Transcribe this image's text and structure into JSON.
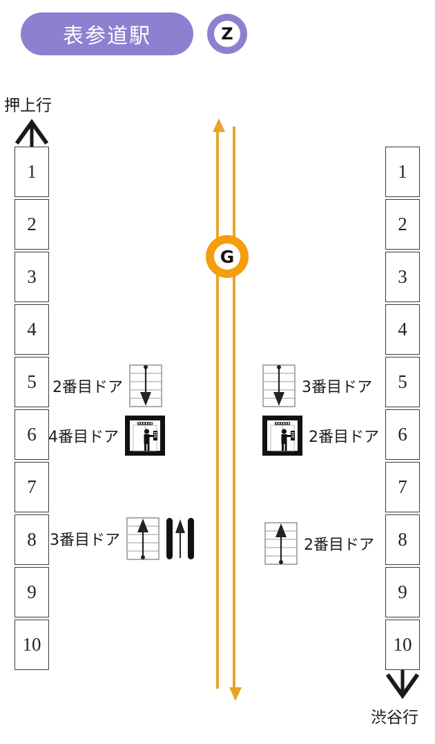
{
  "header": {
    "station_name": "表参道駅",
    "line_badge_letter": "Z",
    "brand_purple": "#8f7fd0"
  },
  "track": {
    "center_marker_letter": "G",
    "center_marker_color": "#f59d0e",
    "rail_color": "#e8a32a"
  },
  "directions": {
    "top_left": "押上行",
    "bottom_right": "渋谷行"
  },
  "left_platform": {
    "cars": [
      "1",
      "2",
      "3",
      "4",
      "5",
      "6",
      "7",
      "8",
      "9",
      "10"
    ],
    "facilities": [
      {
        "car": "5",
        "label": "2番目ドア",
        "icon": "escalator-down-icon"
      },
      {
        "car": "6",
        "label": "4番目ドア",
        "icon": "elevator-icon"
      },
      {
        "car": "8",
        "label": "3番目ドア",
        "icon": "escalator-up-icon",
        "extra_icon": "stairs-up-icon"
      }
    ]
  },
  "right_platform": {
    "cars": [
      "1",
      "2",
      "3",
      "4",
      "5",
      "6",
      "7",
      "8",
      "9",
      "10"
    ],
    "facilities": [
      {
        "car": "5",
        "label": "3番目ドア",
        "icon": "escalator-down-icon"
      },
      {
        "car": "6",
        "label": "2番目ドア",
        "icon": "elevator-icon"
      },
      {
        "car": "8",
        "label": "2番目ドア",
        "icon": "escalator-up-icon"
      }
    ]
  }
}
